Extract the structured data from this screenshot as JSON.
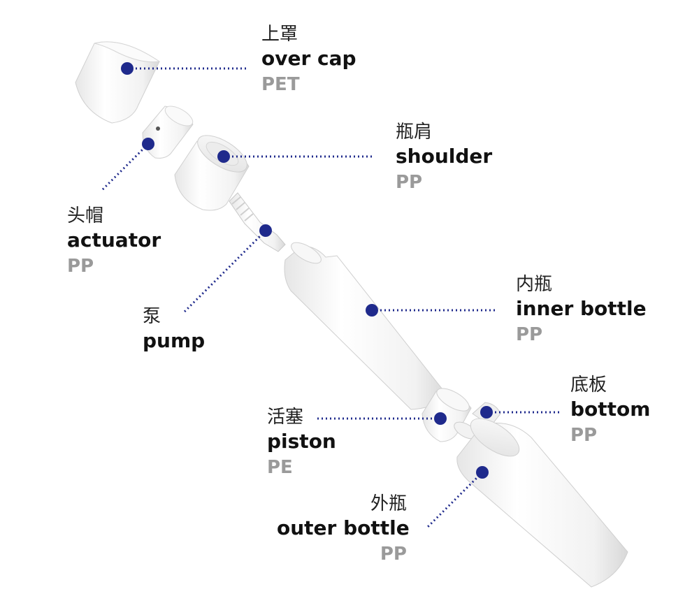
{
  "colors": {
    "accent": "#1f2a8c",
    "part_fill": "#f4f4f4",
    "part_edge": "#c9c9c9",
    "material_text": "#9a9a9a"
  },
  "parts": [
    {
      "key": "overcap",
      "zh": "上罩",
      "en": "over cap",
      "material": "PET"
    },
    {
      "key": "shoulder",
      "zh": "瓶肩",
      "en": "shoulder",
      "material": "PP"
    },
    {
      "key": "actuator",
      "zh": "头帽",
      "en": "actuator",
      "material": "PP"
    },
    {
      "key": "pump",
      "zh": "泵",
      "en": "pump",
      "material": ""
    },
    {
      "key": "innerbottle",
      "zh": "内瓶",
      "en": "inner bottle",
      "material": "PP"
    },
    {
      "key": "bottom",
      "zh": "底板",
      "en": "bottom",
      "material": "PP"
    },
    {
      "key": "piston",
      "zh": "活塞",
      "en": "piston",
      "material": "PE"
    },
    {
      "key": "outerbottle",
      "zh": "外瓶",
      "en": "outer bottle",
      "material": "PP"
    }
  ]
}
